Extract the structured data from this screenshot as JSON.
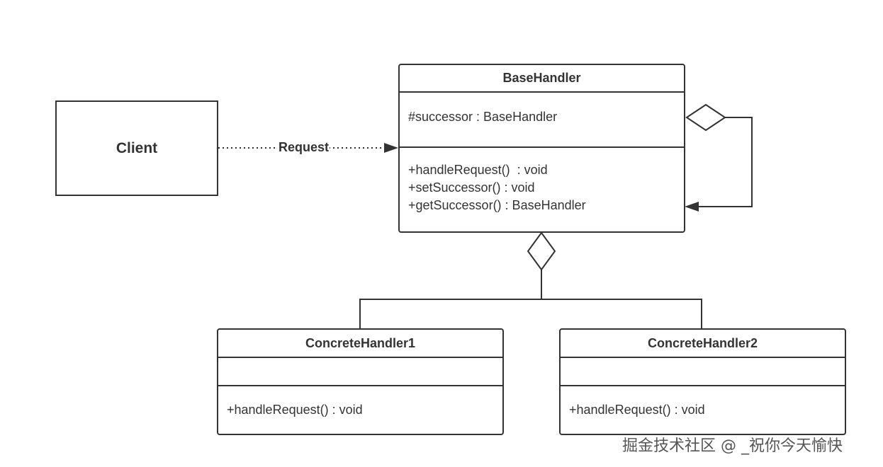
{
  "client": {
    "label": "Client"
  },
  "request_label": "Request",
  "base_handler": {
    "name": "BaseHandler",
    "attributes": [
      "#successor : BaseHandler"
    ],
    "methods": [
      "+handleRequest()  : void",
      "+setSuccessor() : void",
      "+getSuccessor() : BaseHandler"
    ]
  },
  "concrete_handler1": {
    "name": "ConcreteHandler1",
    "methods": [
      "+handleRequest() : void"
    ]
  },
  "concrete_handler2": {
    "name": "ConcreteHandler2",
    "methods": [
      "+handleRequest() : void"
    ]
  },
  "watermark": "掘金技术社区 @ _祝你今天愉快",
  "colors": {
    "stroke": "#333333",
    "background": "#ffffff"
  }
}
